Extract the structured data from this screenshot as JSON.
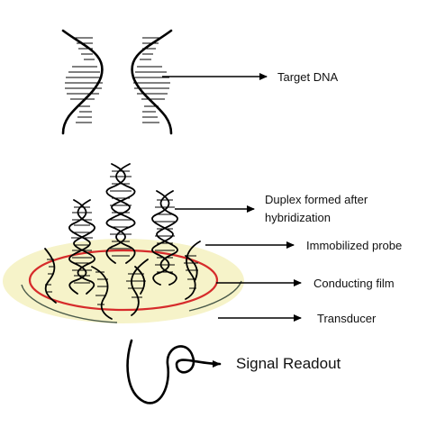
{
  "labels": {
    "target_dna": "Target DNA",
    "duplex_line1": "Duplex formed after",
    "duplex_line2": "hybridization",
    "immobilized_probe": "Immobilized probe",
    "conducting_film": "Conducting film",
    "transducer": "Transducer",
    "signal_readout": "Signal Readout"
  },
  "colors": {
    "ink": "#111111",
    "film_fill": "#f6f3c9",
    "film_ring": "#d62b2b",
    "transducer_stroke": "#4a5a4a"
  }
}
